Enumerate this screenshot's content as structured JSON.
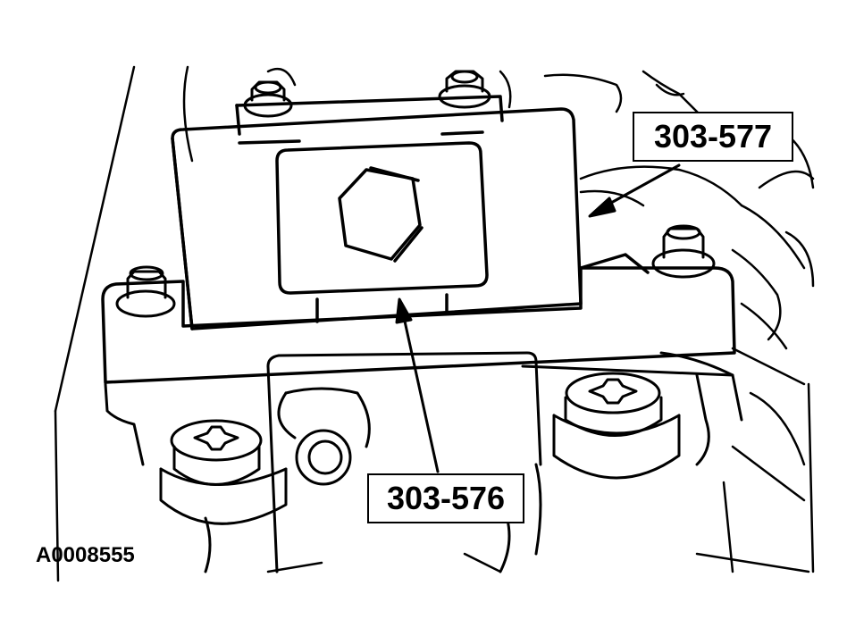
{
  "figure": {
    "id": "A0008555",
    "callouts": {
      "tool_upper": "303-577",
      "tool_lower": "303-576"
    }
  },
  "colors": {
    "ink": "#000000",
    "paper": "#ffffff"
  }
}
